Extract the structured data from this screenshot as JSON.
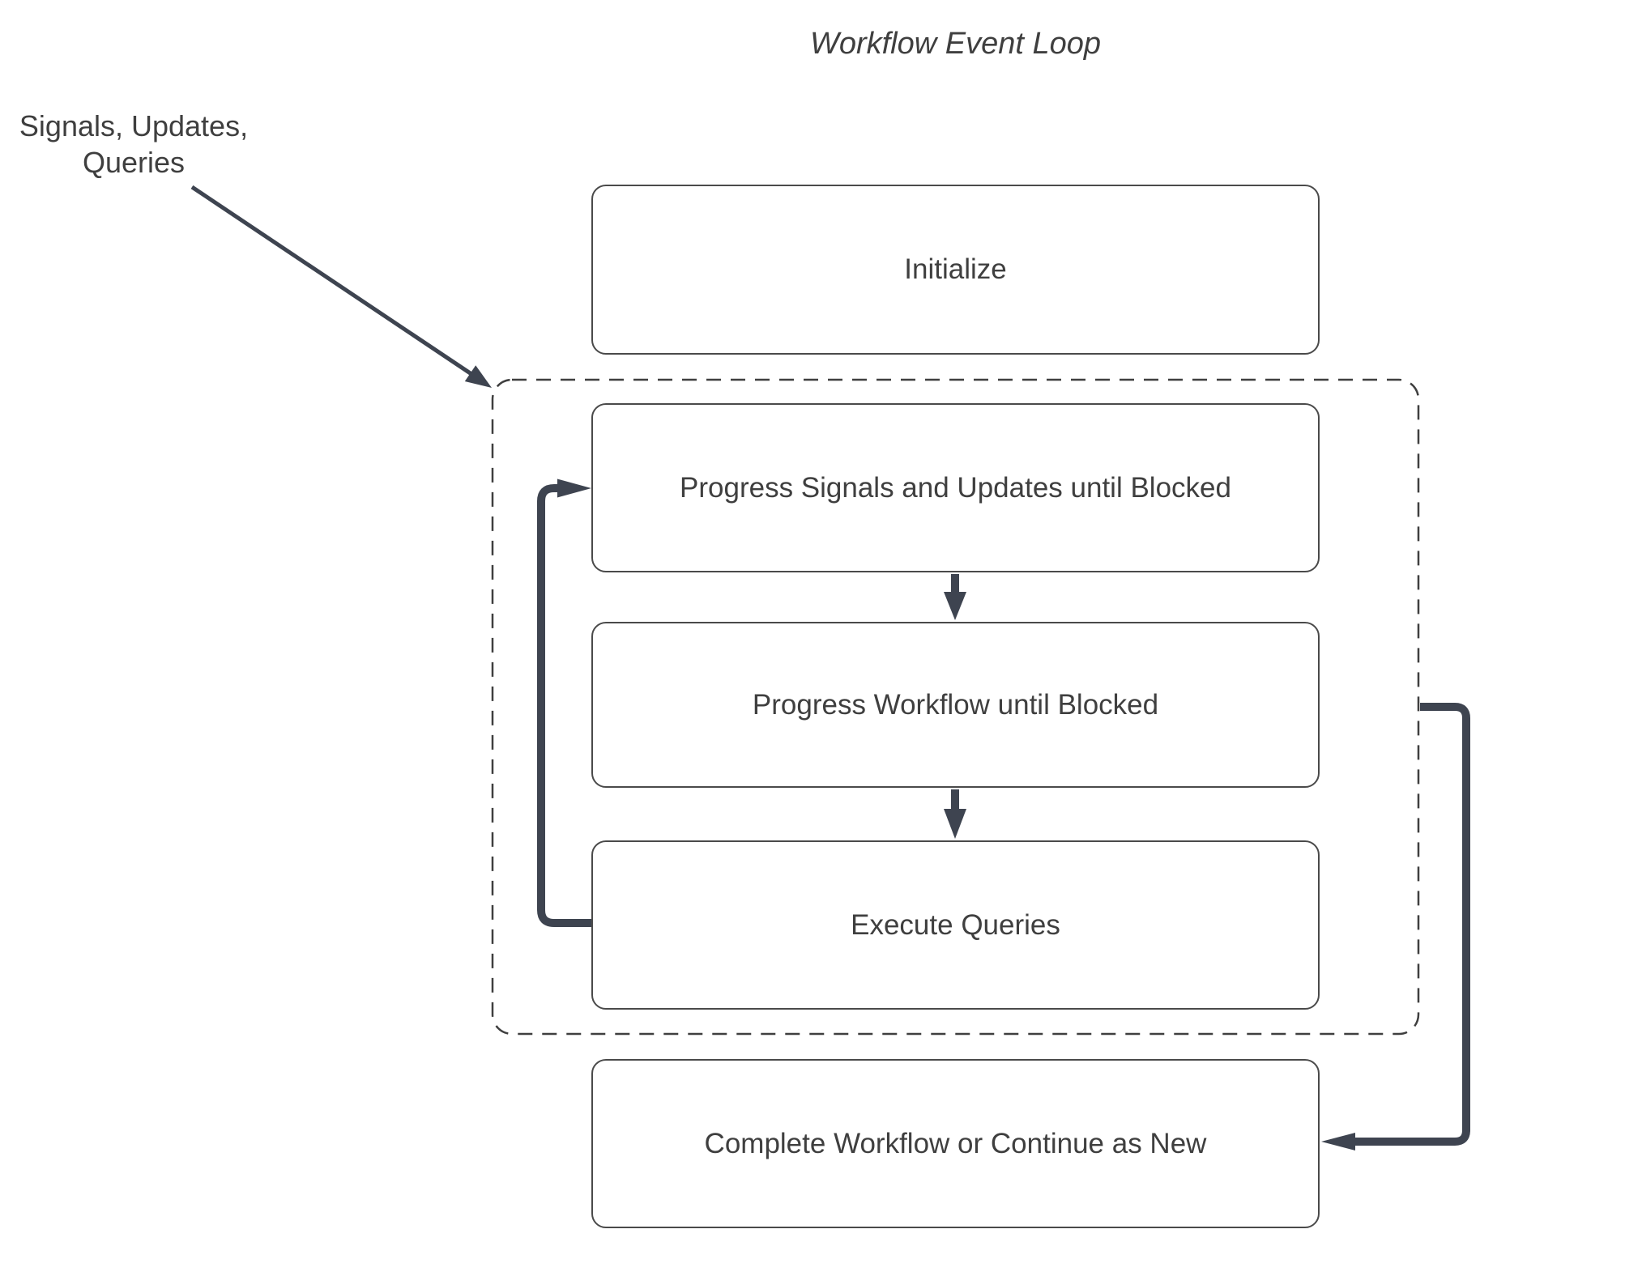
{
  "title": "Workflow Event Loop",
  "annotation": {
    "line1": "Signals, Updates,",
    "line2": "Queries"
  },
  "boxes": {
    "initialize": "Initialize",
    "progress_signals": "Progress Signals and Updates until Blocked",
    "progress_workflow": "Progress Workflow until Blocked",
    "execute_queries": "Execute Queries",
    "complete": "Complete Workflow or Continue as New"
  },
  "colors": {
    "background": "#ffffff",
    "box_border": "#4a4a4a",
    "box_fill": "#ffffff",
    "text": "#3f3f3f",
    "arrow": "#3e4450",
    "dashed_border": "#3f3f3f"
  }
}
